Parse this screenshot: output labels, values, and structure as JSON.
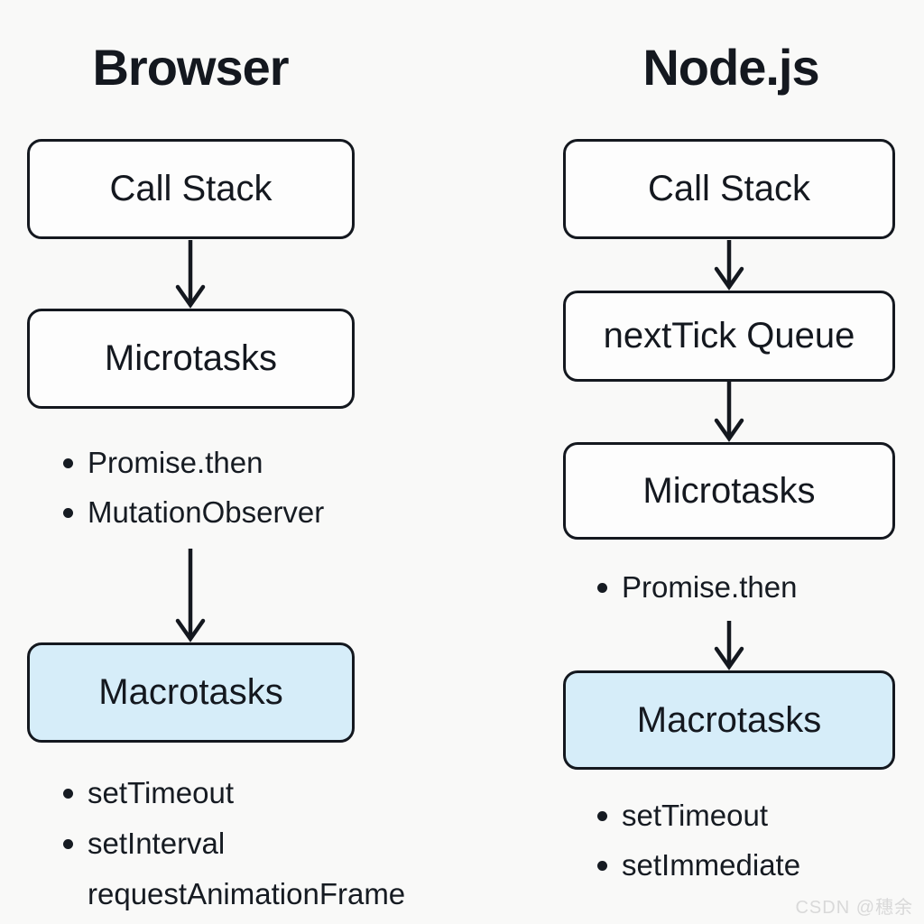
{
  "diagram": {
    "left": {
      "title": "Browser",
      "call_stack": "Call Stack",
      "microtasks": "Microtasks",
      "micro_bullets": [
        "Promise.then",
        "MutationObserver"
      ],
      "macrotasks": "Macrotasks",
      "macro_bullets": [
        "setTimeout",
        "setInterval"
      ],
      "macro_extra": "requestAnimationFrame"
    },
    "right": {
      "title": "Node.js",
      "call_stack": "Call Stack",
      "nexttick_queue": "nextTick Queue",
      "microtasks": "Microtasks",
      "micro_bullets": [
        "Promise.then"
      ],
      "macrotasks": "Macrotasks",
      "macro_bullets": [
        "setTimeout",
        "setImmediate"
      ]
    },
    "watermark": "CSDN @穗余",
    "colors": {
      "highlight_fill": "#d6edf9",
      "ink": "#14181f",
      "background": "#f9f9f8"
    }
  }
}
